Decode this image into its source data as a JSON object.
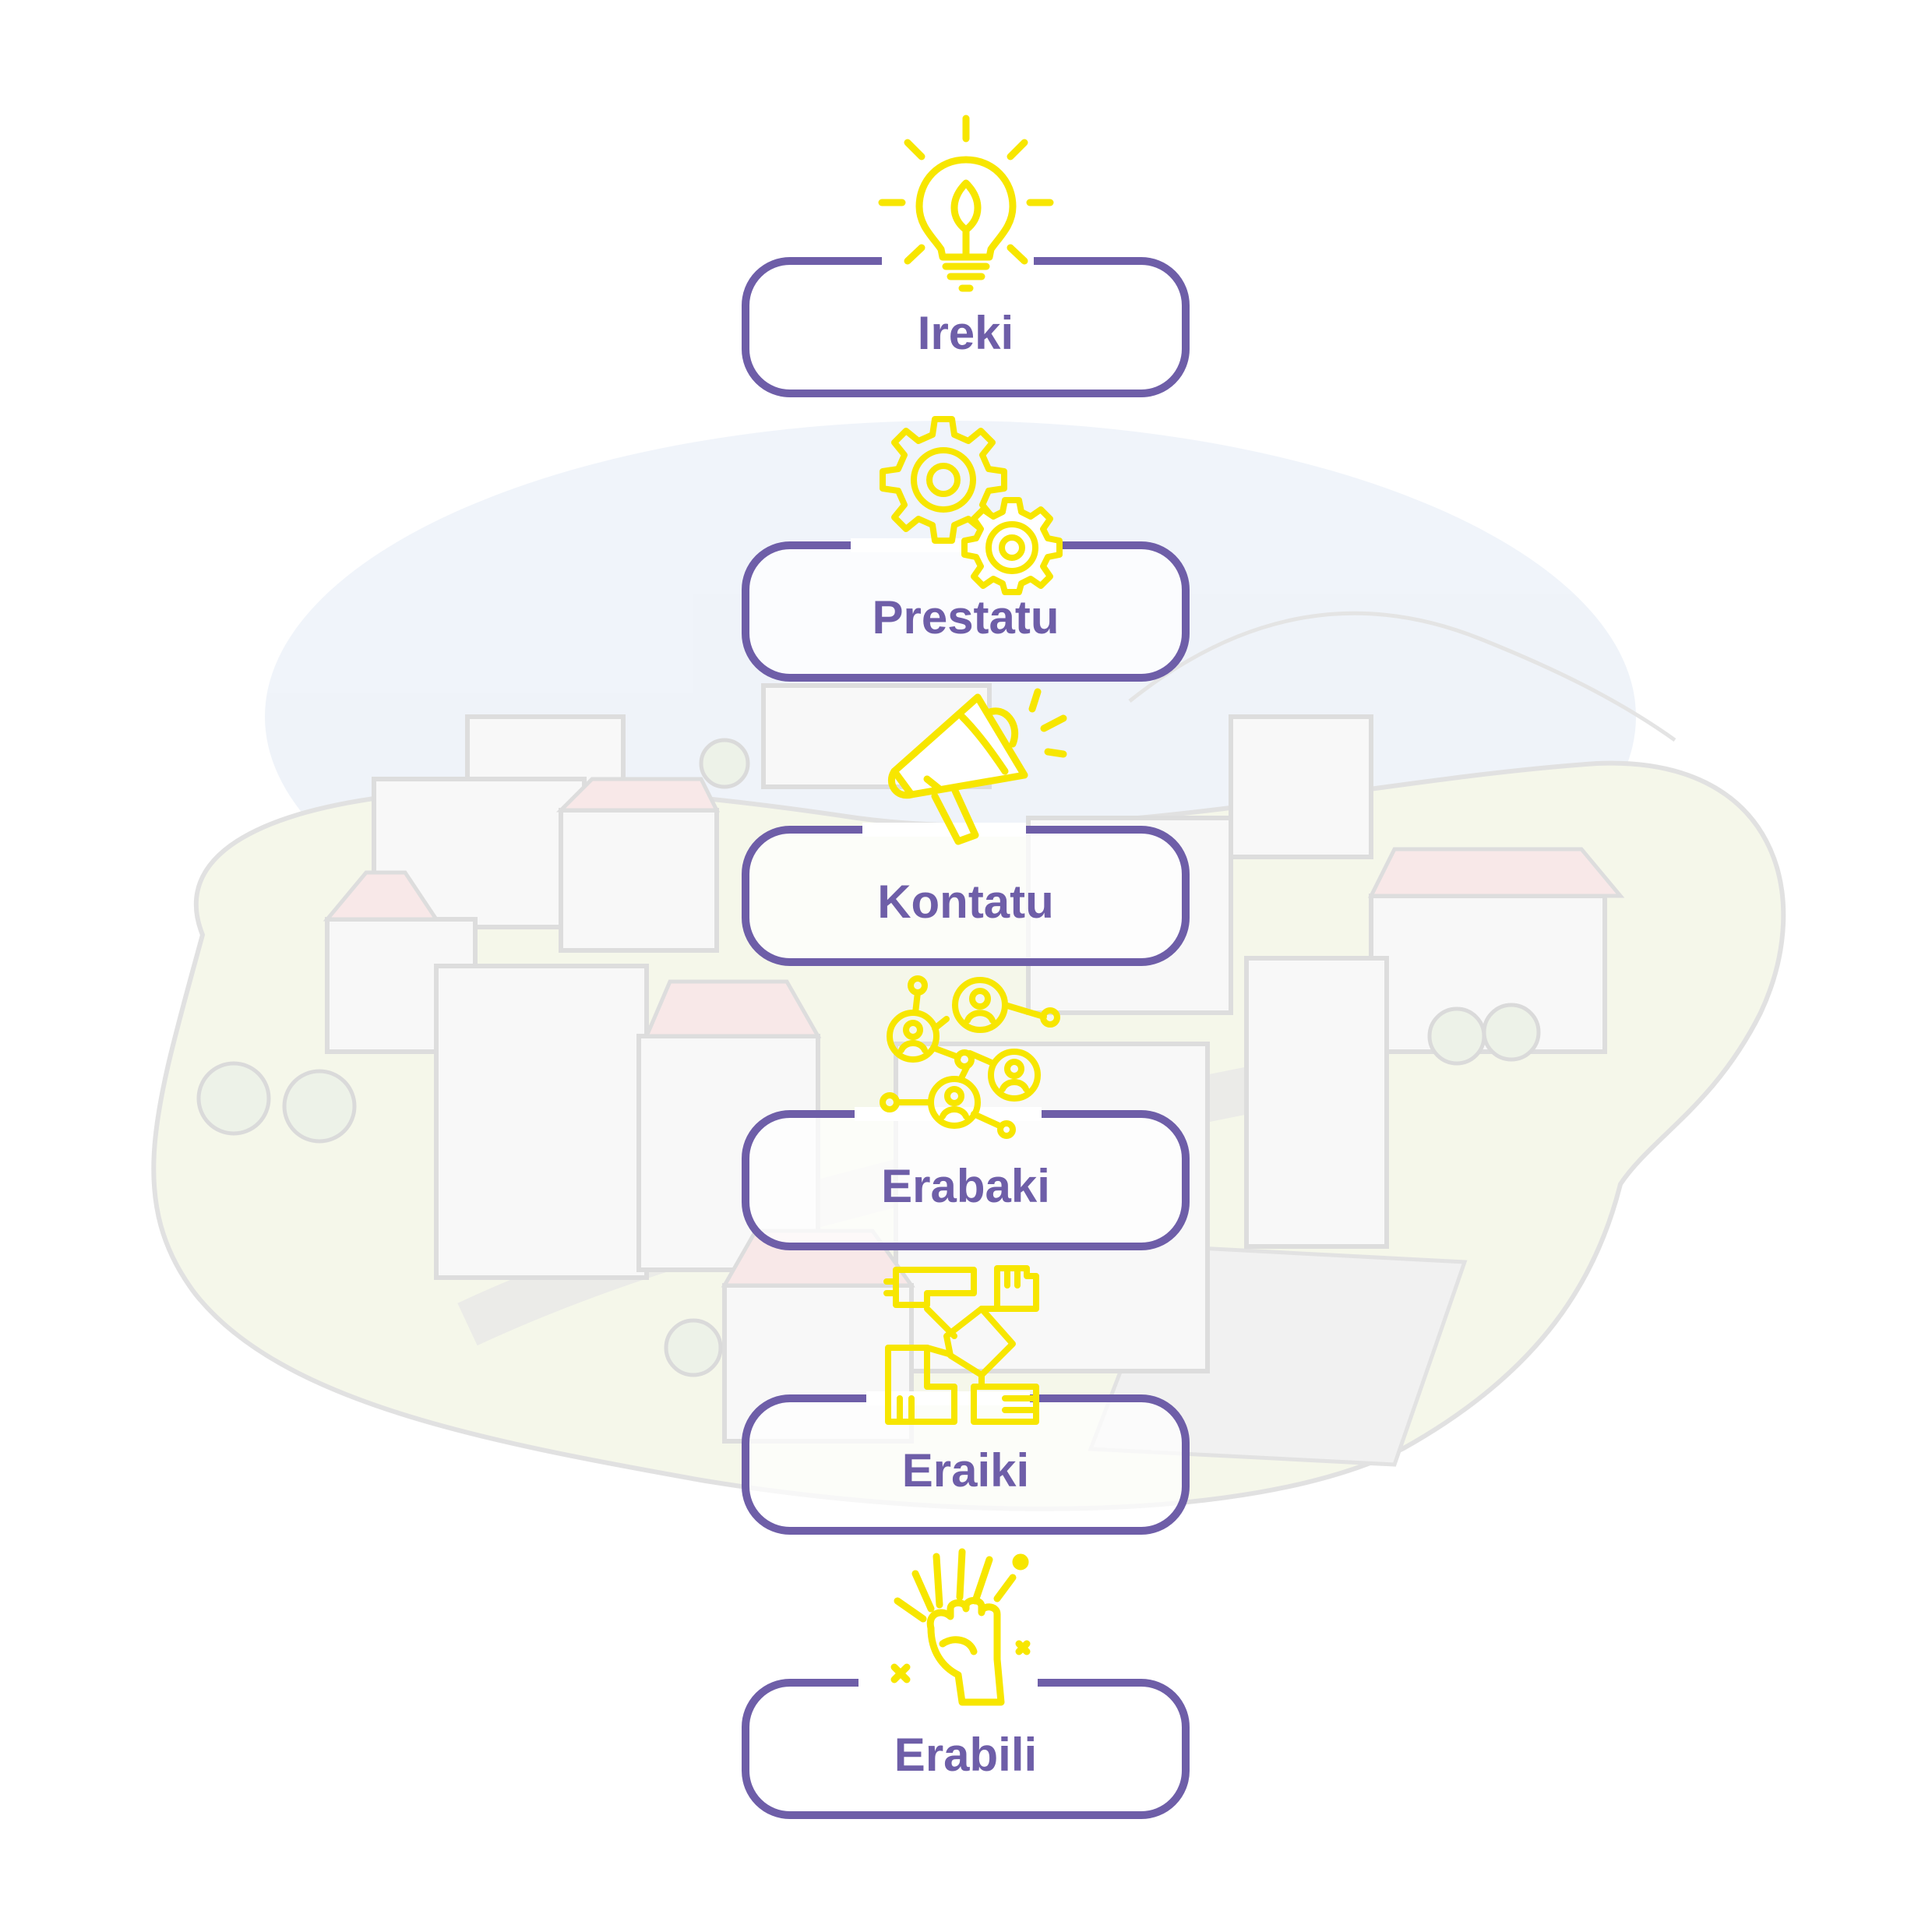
{
  "stages": [
    {
      "label": "Ireki",
      "icon": "lightbulb-icon"
    },
    {
      "label": "Prestatu",
      "icon": "gears-icon"
    },
    {
      "label": "Kontatu",
      "icon": "megaphone-icon"
    },
    {
      "label": "Erabaki",
      "icon": "network-people-icon"
    },
    {
      "label": "Eraiki",
      "icon": "joined-hands-icon"
    },
    {
      "label": "Erabili",
      "icon": "raised-fist-icon"
    }
  ],
  "colors": {
    "frame": "#6e5ea8",
    "label": "#6e5ea8",
    "icon": "#f7e600",
    "background_sky": "#eef3fa",
    "background_ground": "#f3f6e6"
  }
}
